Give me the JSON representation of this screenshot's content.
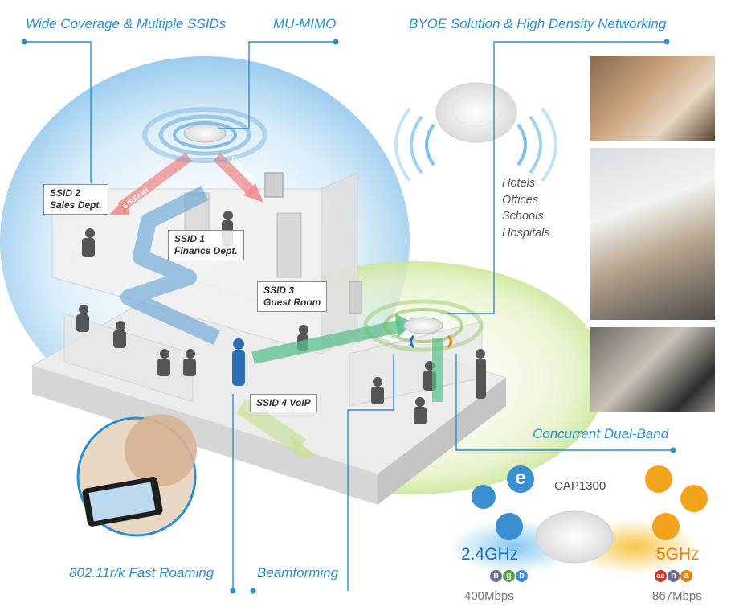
{
  "features": {
    "wide_coverage": "Wide Coverage & Multiple SSIDs",
    "mu_mimo": "MU-MIMO",
    "byoe": "BYOE Solution & High Density Networking",
    "dual_band": "Concurrent Dual-Band",
    "fast_roaming": "802.11r/k Fast Roaming",
    "beamforming": "Beamforming"
  },
  "ssids": {
    "ssid2": {
      "line1": "SSID 2",
      "line2": "Sales Dept."
    },
    "ssid1": {
      "line1": "SSID 1",
      "line2": "Finance Dept."
    },
    "ssid3": {
      "line1": "SSID 3",
      "line2": "Guest Room"
    },
    "ssid4": {
      "line1": "SSID 4 VoIP"
    }
  },
  "streams": [
    "STREAM1",
    "STREAM2"
  ],
  "venues": [
    "Hotels",
    "Offices",
    "Schools",
    "Hospitals"
  ],
  "product": {
    "model": "CAP1300",
    "band_24": {
      "freq": "2.4GHz",
      "rate": "400Mbps",
      "standards": [
        "n",
        "g",
        "b"
      ],
      "color": "#1a6fb5"
    },
    "band_5": {
      "freq": "5GHz",
      "rate": "867Mbps",
      "standards": [
        "ac",
        "n",
        "a"
      ],
      "color": "#e8820c"
    }
  },
  "colors": {
    "accent": "#2a8fce",
    "blue_glow": "#9fd3f2",
    "green_glow": "#b9dd6e",
    "orange_glow": "#f6c04a"
  },
  "icons": [
    "chat-icon",
    "browser-e-icon",
    "mail-icon",
    "gamepad-icon",
    "phone-globe-icon",
    "monitor-icon"
  ]
}
